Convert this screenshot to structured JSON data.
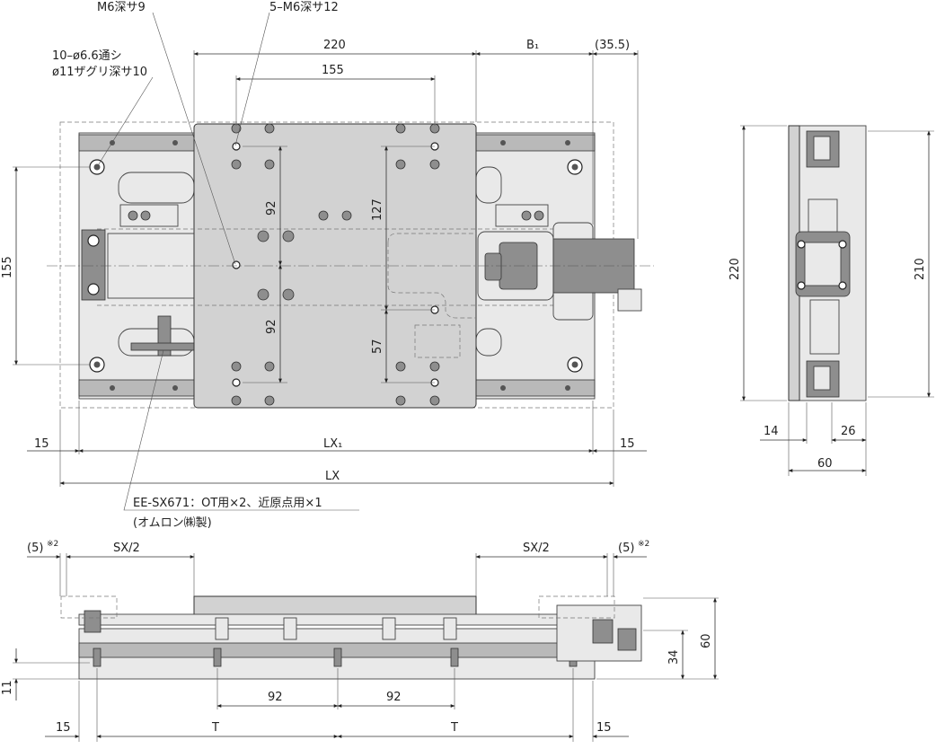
{
  "callouts": {
    "m6_depth9": "M6深サ9",
    "m6x5_depth12": "5–M6深サ12",
    "through_holes_line1": "10–ø6.6通シ",
    "through_holes_line2": "ø11ザグリ深サ10",
    "sensor_line1": "EE-SX671：OT用×2、近原点用×1",
    "sensor_line2": "(オムロン㈱製)"
  },
  "top_view": {
    "dim_220": "220",
    "dim_b1": "B₁",
    "dim_35_5": "(35.5)",
    "dim_155_top": "155",
    "dim_155_left": "155",
    "dim_92_upper": "92",
    "dim_92_lower": "92",
    "dim_127": "127",
    "dim_57": "57",
    "dim_15_left": "15",
    "dim_lx1": "LX₁",
    "dim_15_right": "15",
    "dim_lx": "LX"
  },
  "side_view": {
    "dim_220": "220",
    "dim_210": "210",
    "dim_14": "14",
    "dim_26": "26",
    "dim_60": "60"
  },
  "front_view": {
    "dim_5_left": "(5)",
    "note_left": "※2",
    "dim_sx2_left": "SX/2",
    "dim_sx2_right": "SX/2",
    "dim_5_right": "(5)",
    "note_right": "※2",
    "dim_60": "60",
    "dim_34": "34",
    "dim_11": "11",
    "dim_92_a": "92",
    "dim_92_b": "92",
    "dim_15_left": "15",
    "dim_t_left": "T",
    "dim_t_right": "T",
    "dim_15_right": "15"
  }
}
